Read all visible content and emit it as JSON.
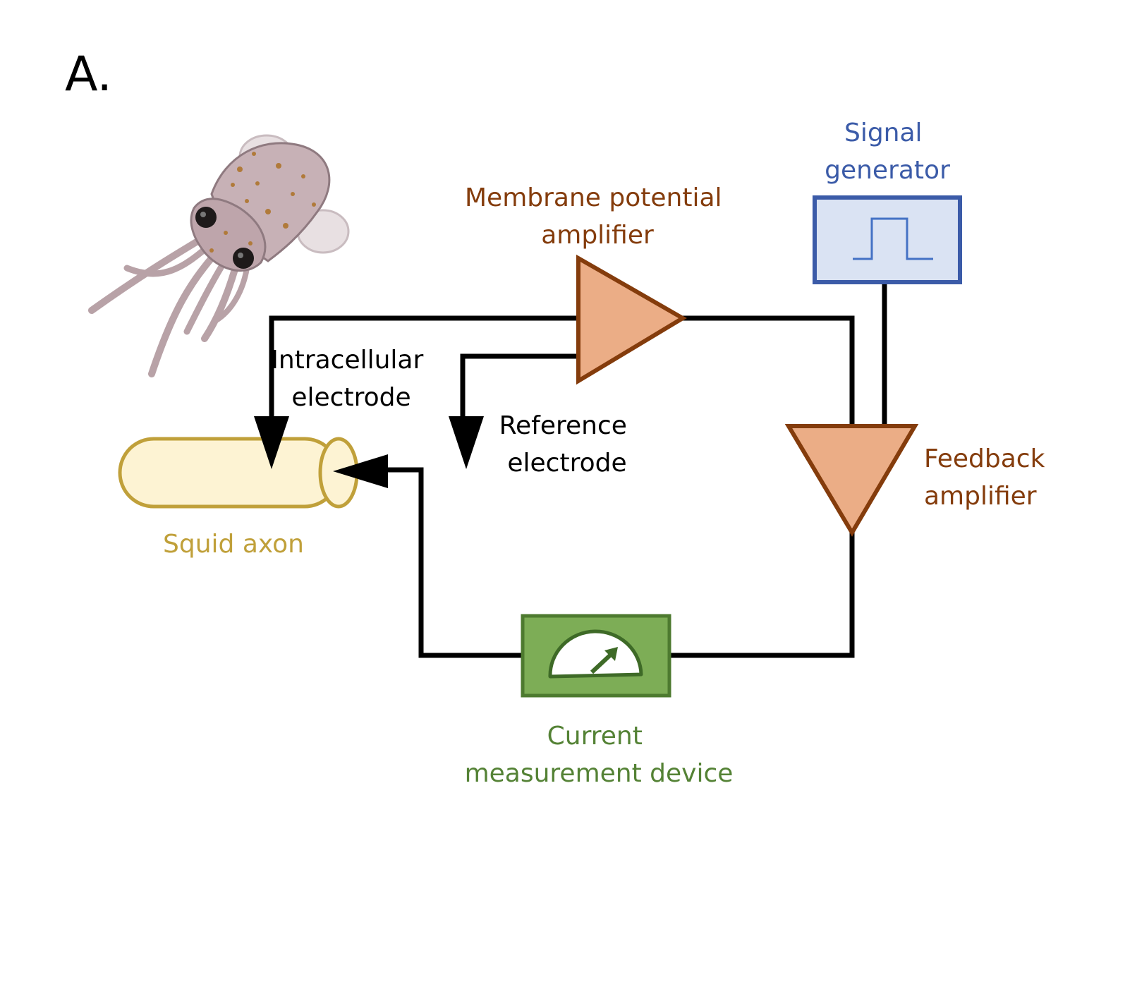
{
  "panel_label": "A.",
  "labels": {
    "signal_generator": [
      "Signal",
      "generator"
    ],
    "membrane_amplifier": [
      "Membrane potential",
      "amplifier"
    ],
    "intracellular_electrode": [
      "Intracellular",
      "electrode"
    ],
    "reference_electrode": [
      "Reference",
      "electrode"
    ],
    "feedback_amplifier": [
      "Feedback",
      "amplifier"
    ],
    "squid_axon": [
      "Squid axon"
    ],
    "current_device": [
      "Current",
      "measurement device"
    ]
  },
  "colors": {
    "signal_generator": "#3b5ba8",
    "signal_generator_fill": "#dae3f3",
    "amplifier_text": "#843c0c",
    "amplifier_fill": "#ebad86",
    "amplifier_stroke": "#843c0c",
    "axon_text": "#c0a03a",
    "axon_fill": "#fdf3d3",
    "axon_stroke": "#c0a03a",
    "current_text": "#548235",
    "current_fill": "#7dad56",
    "current_stroke": "#4d7a2f",
    "wire": "#000000"
  },
  "icons": {
    "squid": "squid-icon",
    "pulse": "square-pulse-icon",
    "meter": "gauge-icon"
  }
}
